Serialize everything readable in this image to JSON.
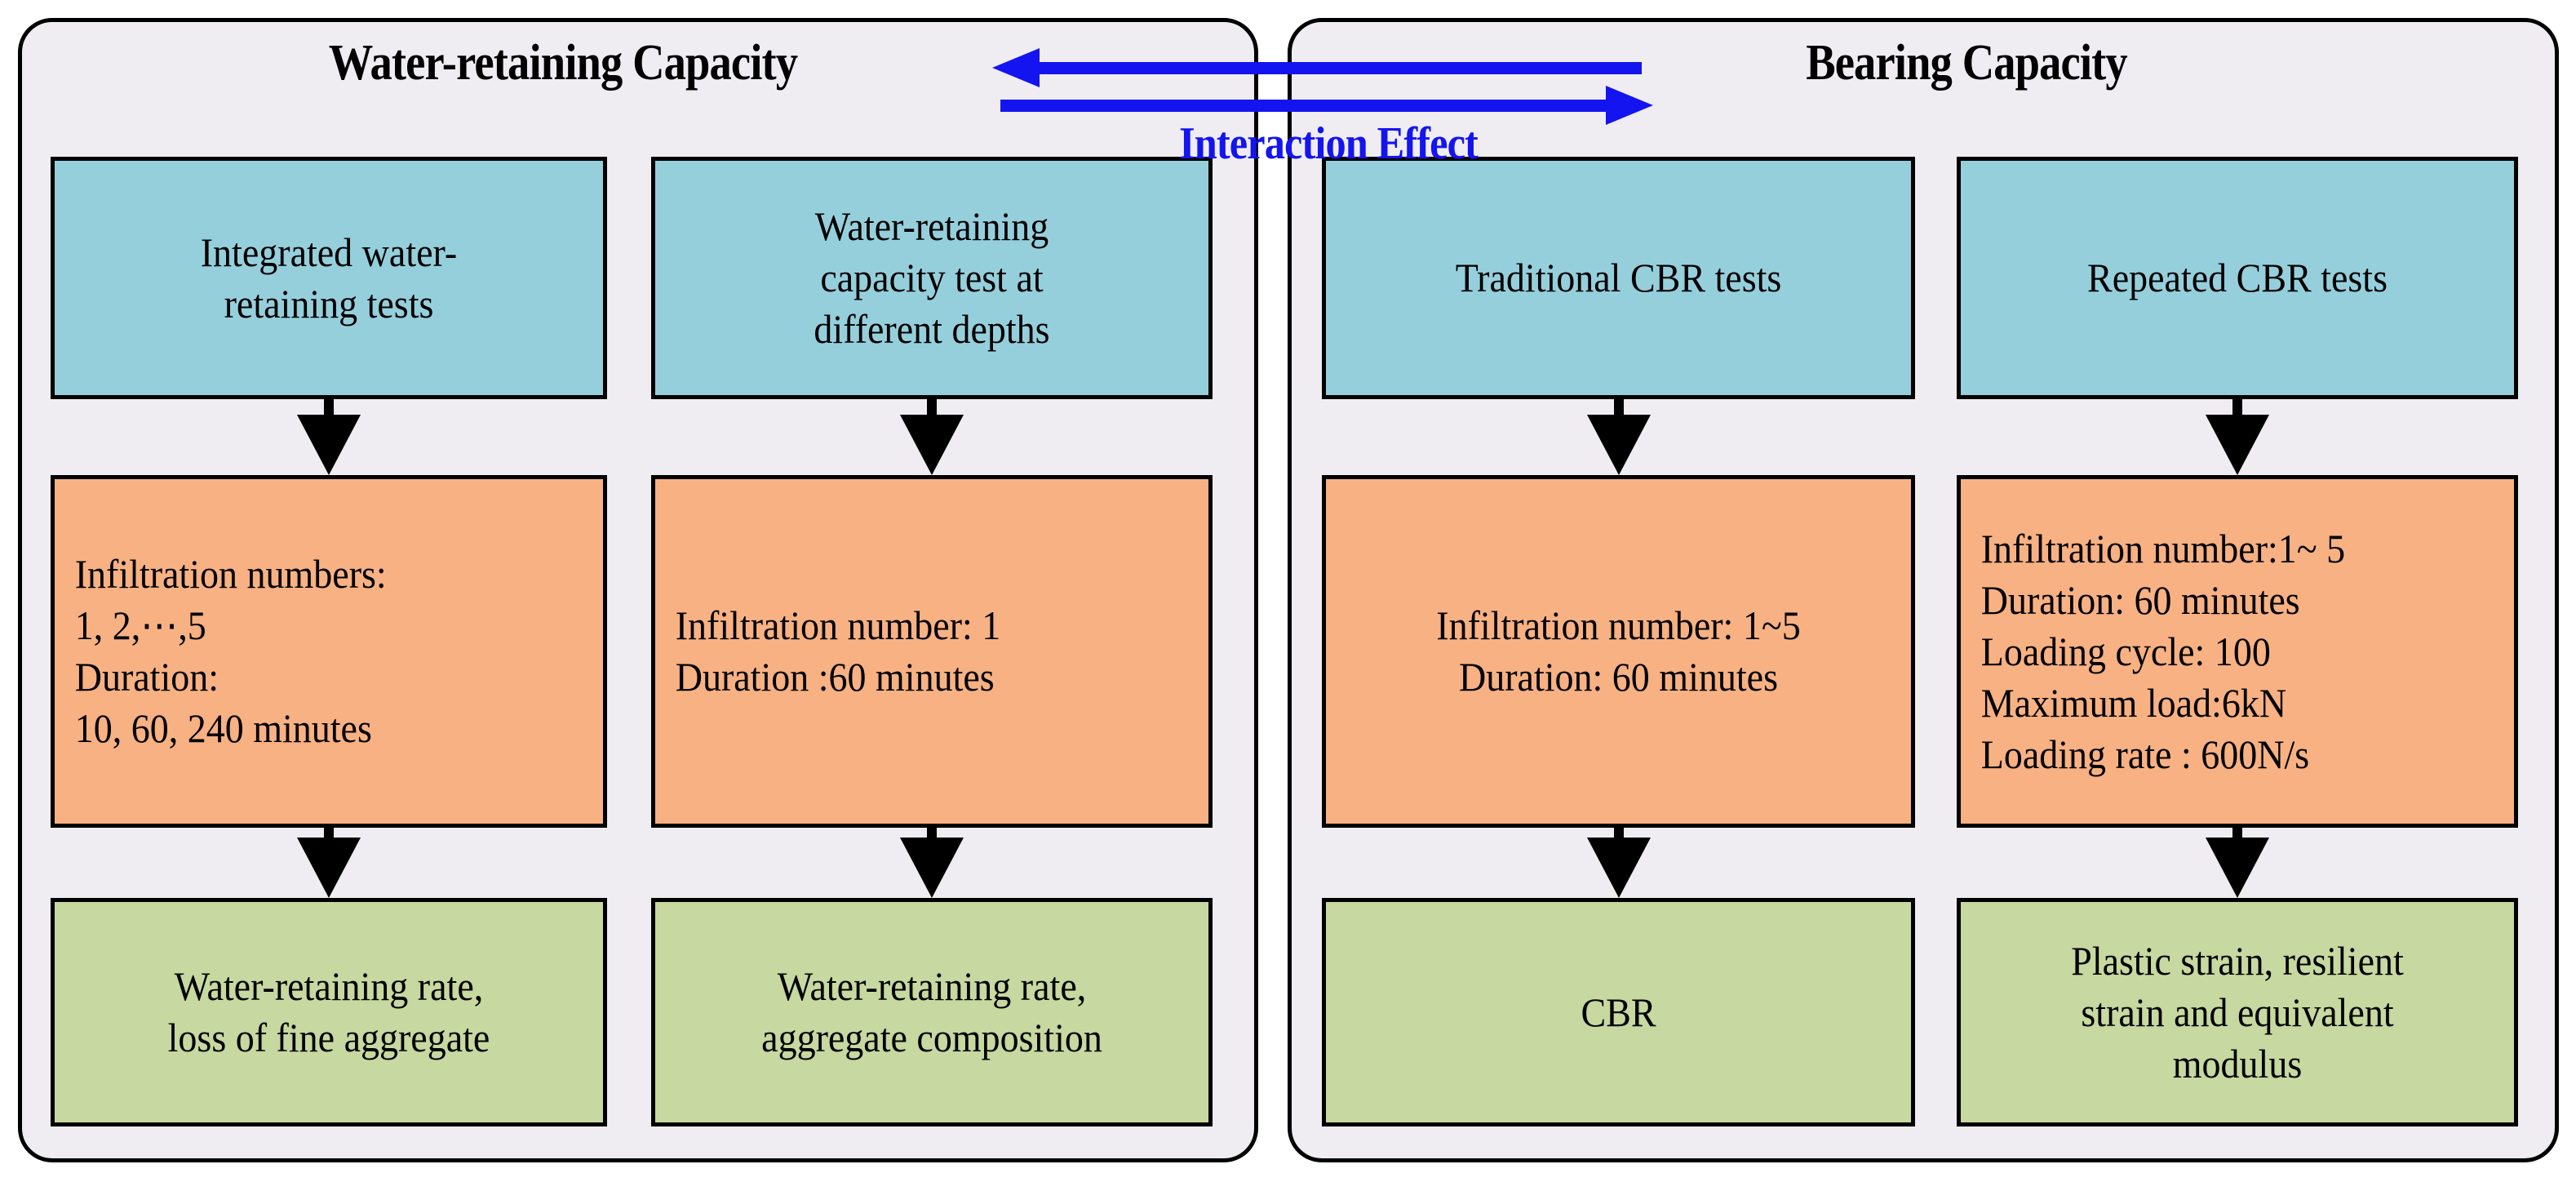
{
  "figure": {
    "type": "flowchart",
    "columns": 2
  },
  "left_panel": {
    "title": "Water-retaining Capacity",
    "boxes": {
      "test_a": "Integrated water-\nretaining tests",
      "test_b": "Water-retaining\ncapacity test at\ndifferent depths",
      "params_a": "Infiltration numbers:\n      1, 2,⋯,5\nDuration:\n   10, 60, 240 minutes",
      "params_b": "Infiltration number: 1\nDuration :60 minutes",
      "result_a": "Water-retaining rate,\nloss of fine aggregate",
      "result_b": "Water-retaining rate,\naggregate composition"
    }
  },
  "right_panel": {
    "title": "Bearing Capacity",
    "boxes": {
      "test_a": "Traditional CBR tests",
      "test_b": "Repeated CBR tests",
      "params_a": "Infiltration number: 1~5\nDuration: 60 minutes",
      "params_b": "Infiltration number:1~ 5\nDuration: 60 minutes\n Loading cycle: 100\nMaximum load:6kN\nLoading rate : 600N/s",
      "result_a": "CBR",
      "result_b": "Plastic strain, resilient\nstrain and equivalent\nmodulus"
    }
  },
  "interaction": {
    "label": "Interaction Effect",
    "arrow_left": "arrow-left-icon",
    "arrow_right": "arrow-right-icon"
  },
  "colors": {
    "panel_background": "#efedf2",
    "panel_border": "#000000",
    "test_box": "#96cfdc",
    "parameter_box": "#f7b183",
    "result_box": "#c7d8a0",
    "interaction_arrow": "#1414f0",
    "text": "#000000"
  }
}
